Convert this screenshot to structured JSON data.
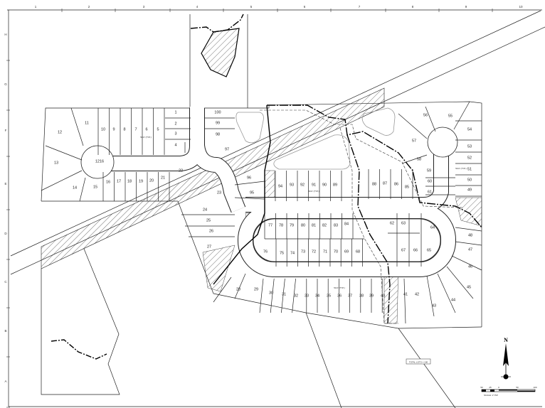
{
  "drawing": {
    "column_labels": [
      "1",
      "2",
      "3",
      "4",
      "5",
      "6",
      "7",
      "8",
      "9",
      "10"
    ],
    "row_labels": [
      "H",
      "G",
      "F",
      "E",
      "D",
      "C",
      "B",
      "A"
    ],
    "lots": [
      "1",
      "2",
      "3",
      "4",
      "5",
      "6",
      "7",
      "8",
      "9",
      "10",
      "11",
      "12",
      "13",
      "14",
      "15",
      "16",
      "17",
      "18",
      "19",
      "20",
      "21",
      "22",
      "23",
      "24",
      "25",
      "26",
      "27",
      "28",
      "29",
      "30",
      "31",
      "32",
      "33",
      "34",
      "35",
      "36",
      "37",
      "38",
      "39",
      "40",
      "41",
      "42",
      "43",
      "44",
      "45",
      "46",
      "47",
      "48",
      "49",
      "50",
      "51",
      "52",
      "53",
      "54",
      "55",
      "56",
      "57",
      "58",
      "59",
      "60",
      "61",
      "62",
      "63",
      "64",
      "65",
      "66",
      "67",
      "68",
      "69",
      "70",
      "71",
      "72",
      "73",
      "74",
      "75",
      "76",
      "77",
      "78",
      "79",
      "80",
      "81",
      "82",
      "83",
      "84",
      "85",
      "86",
      "87",
      "88",
      "89",
      "90",
      "91",
      "92",
      "93",
      "94",
      "95",
      "96",
      "97",
      "98",
      "99",
      "100",
      "1216"
    ],
    "typical_width_note": "50.0' (TYP.)",
    "total_lots": "TOTAL LOTS = 100",
    "north_label": "N",
    "scale_ticks": [
      "50",
      "25",
      "0",
      "50",
      "100"
    ],
    "scale_text": "SCALE: 1\"=50'"
  }
}
